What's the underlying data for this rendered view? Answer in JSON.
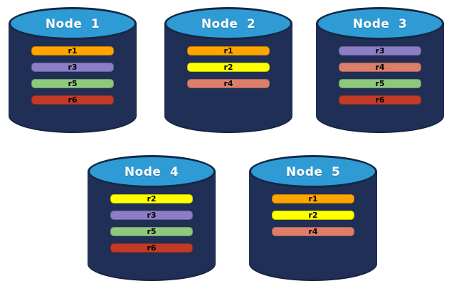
{
  "colors": {
    "background": "#FFFFFF",
    "cylinder_body": "#202F55",
    "cylinder_top_fill": "#2E9BD5",
    "cylinder_outline": "#152745",
    "node_label_text": "#FFFFFF",
    "replica_label_text": "#000000",
    "replica_r1": "#FFA500",
    "replica_r2": "#FFFF00",
    "replica_r3": "#8B7EC6",
    "replica_r4": "#DD7E6B",
    "replica_r5": "#8EC87D",
    "replica_r6": "#C23A26"
  },
  "nodes": [
    {
      "label": "Node 1",
      "replicas": [
        {
          "label": "r1",
          "color": "#FFA500"
        },
        {
          "label": "r3",
          "color": "#8B7EC6"
        },
        {
          "label": "r5",
          "color": "#8EC87D"
        },
        {
          "label": "r6",
          "color": "#C23A26"
        }
      ]
    },
    {
      "label": "Node 2",
      "replicas": [
        {
          "label": "r1",
          "color": "#FFA500"
        },
        {
          "label": "r2",
          "color": "#FFFF00"
        },
        {
          "label": "r4",
          "color": "#DD7E6B"
        }
      ]
    },
    {
      "label": "Node 3",
      "replicas": [
        {
          "label": "r3",
          "color": "#8B7EC6"
        },
        {
          "label": "r4",
          "color": "#DD7E6B"
        },
        {
          "label": "r5",
          "color": "#8EC87D"
        },
        {
          "label": "r6",
          "color": "#C23A26"
        }
      ]
    },
    {
      "label": "Node 4",
      "replicas": [
        {
          "label": "r2",
          "color": "#FFFF00"
        },
        {
          "label": "r3",
          "color": "#8B7EC6"
        },
        {
          "label": "r5",
          "color": "#8EC87D"
        },
        {
          "label": "r6",
          "color": "#C23A26"
        }
      ]
    },
    {
      "label": "Node 5",
      "replicas": [
        {
          "label": "r1",
          "color": "#FFA500"
        },
        {
          "label": "r2",
          "color": "#FFFF00"
        },
        {
          "label": "r4",
          "color": "#DD7E6B"
        }
      ]
    }
  ]
}
